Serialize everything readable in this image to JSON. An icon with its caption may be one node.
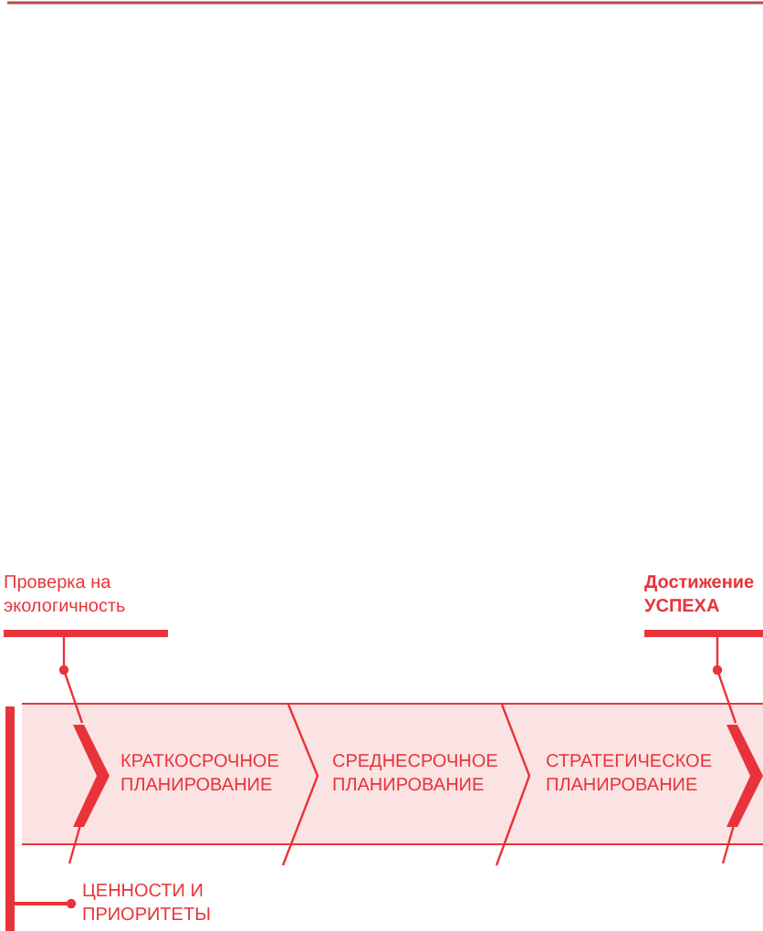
{
  "diagram": {
    "nodes": [
      {
        "text": [
          "Проверка на экологичность"
        ]
      },
      {
        "text": [
          "Достижение УСПЕХА"
        ]
      },
      {
        "text": [],
        "shape": "box"
      },
      {
        "text": [],
        "shape": "chevron",
        "in": 2
      },
      {
        "text": [
          "КРАТКОСРОЧНОЕ ПЛАНИРОВАНИЕ"
        ],
        "in": 2
      },
      {
        "text": [
          "СРЕДНЕСРОЧНОЕ ПЛАНИРОВАНИЕ"
        ],
        "in": 2
      },
      {
        "text": [
          "СТРАТЕГИЧЕСКОЕ ПЛАНИРОВАНИЕ"
        ],
        "in": 2
      },
      {
        "text": [],
        "shape": "chevron",
        "in": 2
      },
      {
        "text": [],
        "shape": "bar"
      },
      {
        "text": [
          "ЦЕННОСТИ И ПРИОРИТЕТЫ"
        ]
      }
    ],
    "edges": [
      {
        "from": 0,
        "to": 3,
        "arrow": "none"
      },
      {
        "from": 1,
        "to": 7,
        "arrow": "none"
      },
      {
        "from": 9,
        "to": 8,
        "arrow": "other"
      }
    ]
  }
}
